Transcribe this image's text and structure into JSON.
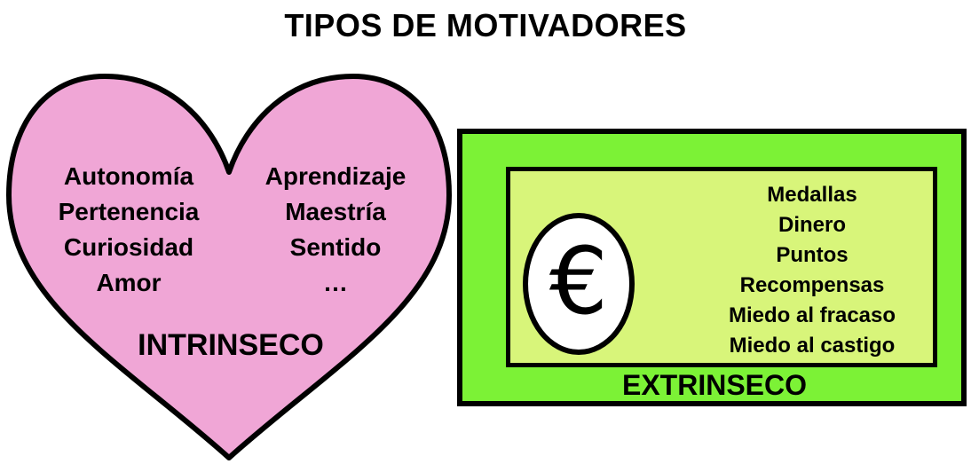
{
  "title": "TIPOS DE MOTIVADORES",
  "intrinsic": {
    "left_items": [
      "Autonomía",
      "Pertenencia",
      "Curiosidad",
      "Amor"
    ],
    "right_items": [
      "Aprendizaje",
      "Maestría",
      "Sentido",
      "…"
    ],
    "label": "INTRINSECO",
    "fill_color": "#f0a6d6"
  },
  "extrinsic": {
    "items": [
      "Medallas",
      "Dinero",
      "Puntos",
      "Recompensas",
      "Miedo al fracaso",
      "Miedo al castigo"
    ],
    "label": "EXTRINSECO",
    "symbol": "€",
    "outer_color": "#7cf236",
    "inner_color": "#d8f57a"
  }
}
